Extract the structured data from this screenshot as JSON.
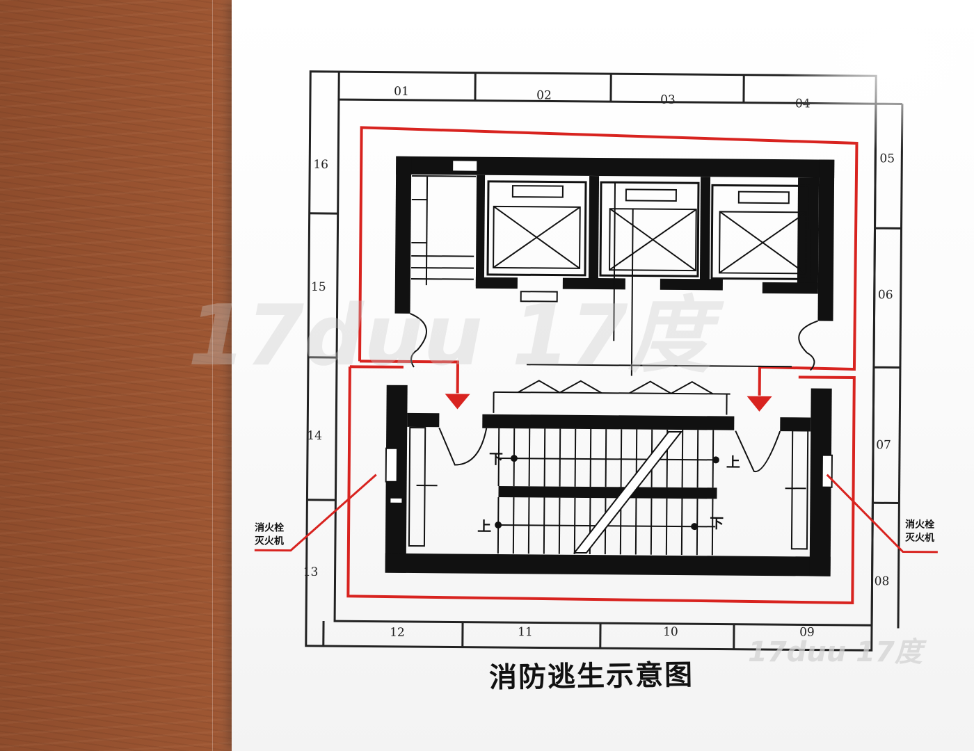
{
  "diagram": {
    "caption": "消防逃生示意图",
    "rooms_top": [
      "01",
      "02",
      "03",
      "04"
    ],
    "rooms_right": [
      "05",
      "06",
      "07",
      "08"
    ],
    "rooms_bottom": [
      "12",
      "11",
      "10",
      "09"
    ],
    "rooms_left": [
      "16",
      "15",
      "14",
      "13"
    ],
    "stair_labels": {
      "left_down": "下",
      "right_up": "上",
      "left_up": "上",
      "right_down": "下"
    },
    "equipment_label_left": [
      "消火栓",
      "灭火机"
    ],
    "equipment_label_right": [
      "消火栓",
      "灭火机"
    ],
    "evacuation_route_color": "#d8231f"
  },
  "watermark": {
    "large": "17duu 17度",
    "small": "17duu 17度"
  }
}
